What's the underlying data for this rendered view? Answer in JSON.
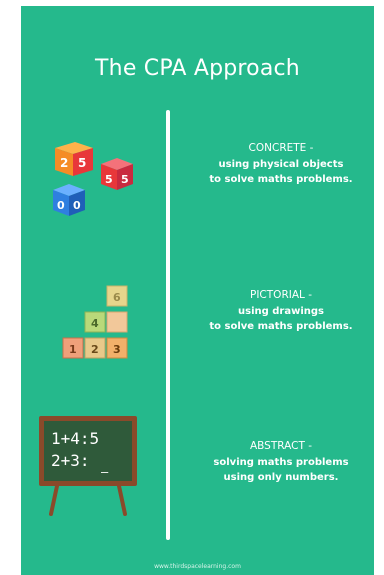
{
  "title": "The CPA Approach",
  "stages": [
    {
      "heading": "CONCRETE -",
      "lines": [
        "using physical objects",
        "to solve maths problems."
      ],
      "illustration": "dice-cubes-icon"
    },
    {
      "heading": "PICTORIAL -",
      "lines": [
        "using drawings",
        "to solve maths problems."
      ],
      "illustration": "number-blocks-icon"
    },
    {
      "heading": "ABSTRACT -",
      "lines": [
        "solving maths problems",
        "using only numbers."
      ],
      "illustration": "chalkboard-icon"
    }
  ],
  "illustration_text": {
    "cubes": [
      "2",
      "5",
      "5",
      "0"
    ],
    "blocks": [
      "6",
      "4",
      "1",
      "2",
      "3"
    ],
    "chalkboard": [
      "1+4:5",
      "2+3:",
      "—"
    ]
  },
  "footer": "www.thirdspacelearning.com",
  "colors": {
    "background": "#25b98c",
    "text": "#ffffff",
    "cube_red": "#e8373a",
    "cube_blue": "#2f7fe0",
    "cube_orange": "#f58c26",
    "board_green": "#2f5a3a",
    "board_frame": "#8a4a2a"
  }
}
